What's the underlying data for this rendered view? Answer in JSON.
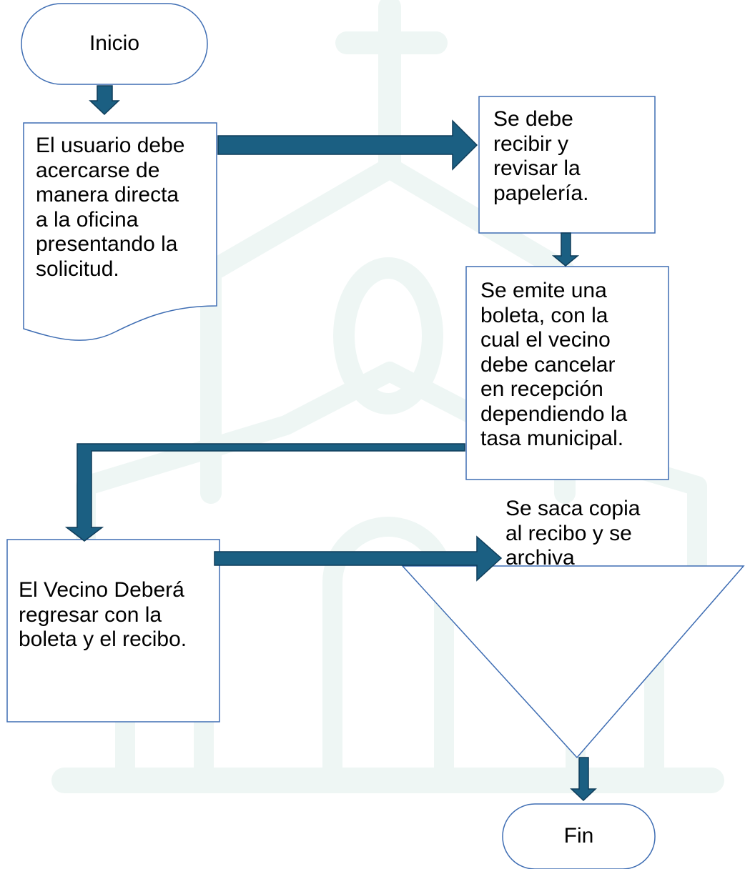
{
  "colors": {
    "arrow_fill": "#1b5f82",
    "arrow_stroke": "#0f3d5a",
    "shape_stroke": "#3e6db3",
    "watermark": "#eef6f4"
  },
  "icons": {
    "watermark": "church-watermark-icon"
  },
  "nodes": {
    "inicio": {
      "text": "Inicio"
    },
    "usuario": {
      "lines": [
        "El usuario debe",
        "acercarse de",
        "manera directa",
        "a la oficina",
        "presentando la",
        "solicitud."
      ]
    },
    "recibir": {
      "lines": [
        "Se debe",
        "recibir y",
        "revisar la",
        "papelería."
      ]
    },
    "boleta": {
      "lines": [
        "Se emite una",
        "boleta, con la",
        "cual el vecino",
        "debe cancelar",
        "en recepción",
        "dependiendo la",
        "tasa municipal."
      ]
    },
    "vecino": {
      "lines": [
        "El Vecino Deberá",
        "regresar con la",
        "boleta y el recibo."
      ]
    },
    "archivo": {
      "lines": [
        "Se saca copia",
        "al recibo y se",
        "archiva"
      ]
    },
    "fin": {
      "text": "Fin"
    }
  }
}
